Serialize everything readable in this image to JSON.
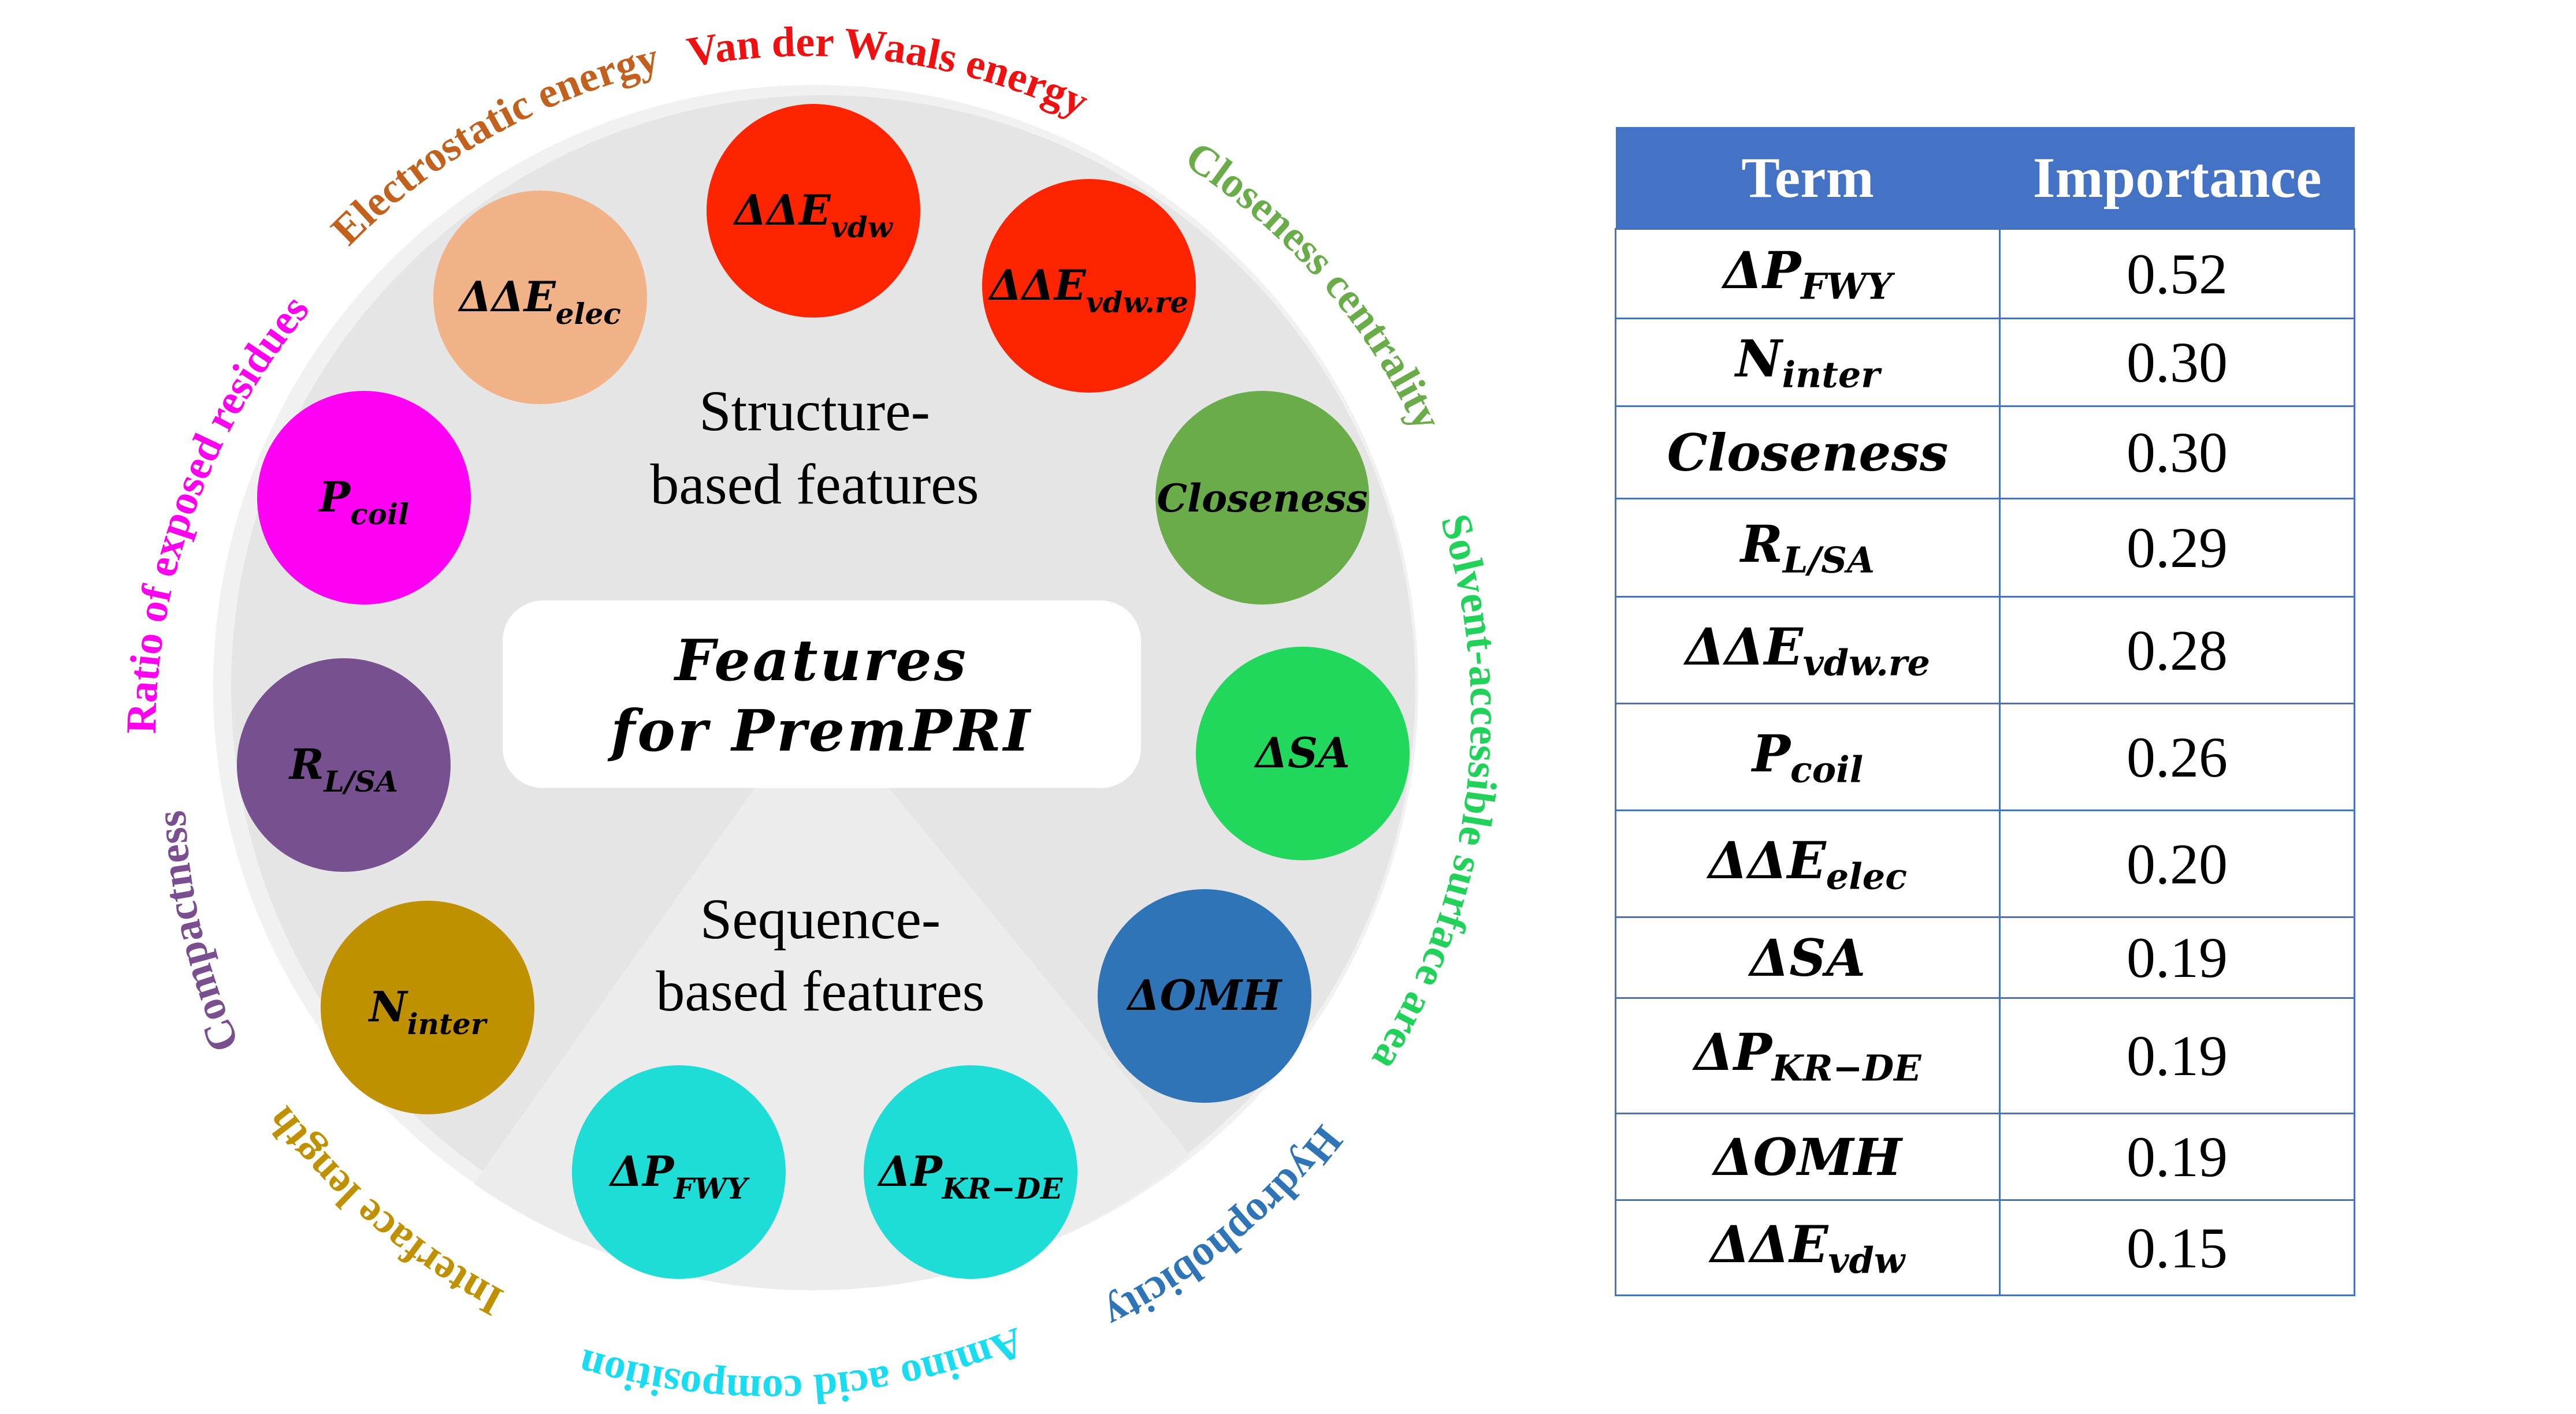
{
  "diagram": {
    "center_title_line1": "Features",
    "center_title_line2": "for PremPRI",
    "structure_section": {
      "line1": "Structure-",
      "line2": "based features"
    },
    "sequence_section": {
      "line1": "Sequence-",
      "line2": "based features"
    },
    "colors": {
      "disk": "#e6e5e6",
      "disk_edge": "#f1f1f1",
      "sequence_wedge": "#ececec",
      "center_box": "#ffffff"
    },
    "features": [
      {
        "base": "ΔΔE",
        "sub": "vdw",
        "fill": "#ff2400",
        "ring_label": "Van der Waals energy",
        "label_color": "#ee1111",
        "group": "structure"
      },
      {
        "base": "ΔΔE",
        "sub": "vdw.re",
        "fill": "#ff2400",
        "ring_label": "Closeness centrality",
        "label_color": "#6aab4a",
        "group": "structure"
      },
      {
        "base": "Closeness",
        "sub": "",
        "fill": "#6aab4a",
        "ring_label": "Solvent-accessible surface area",
        "label_color": "#22d15a",
        "group": "structure"
      },
      {
        "base": "ΔSA",
        "sub": "",
        "fill": "#22d85c",
        "ring_label": "Hydrophobicity",
        "label_color": "#2e74b6",
        "group": "structure"
      },
      {
        "base": "ΔOMH",
        "sub": "",
        "fill": "#2e74b6",
        "ring_label": "Amino acid composition",
        "label_color": "#19dcf0",
        "group": "sequence"
      },
      {
        "base": "ΔP",
        "sub": "KR−DE",
        "fill": "#1edcd6",
        "ring_label": "Interface length",
        "label_color": "#bf9000",
        "group": "sequence"
      },
      {
        "base": "ΔP",
        "sub": "FWY",
        "fill": "#1edcd6",
        "ring_label": "Compactness",
        "label_color": "#7a4f90",
        "group": "sequence"
      },
      {
        "base": "N",
        "sub": "inter",
        "fill": "#bf9000",
        "ring_label": "Ratio of exposed residues",
        "label_color": "#ff00ee",
        "group": "structure"
      },
      {
        "base": "R",
        "sub": "L/SA",
        "fill": "#77508f",
        "ring_label": "Electrostatic energy",
        "label_color": "#c2611d",
        "group": "structure"
      },
      {
        "base": "P",
        "sub": "coil",
        "fill": "#ff00f5",
        "ring_label": "",
        "label_color": "",
        "group": "structure"
      },
      {
        "base": "ΔΔE",
        "sub": "elec",
        "fill": "#f2b288",
        "ring_label": "",
        "label_color": "",
        "group": "structure"
      }
    ],
    "ring_labels": [
      {
        "text": "Van der Waals energy",
        "color": "#ee1111"
      },
      {
        "text": "Closeness centrality",
        "color": "#6aab4a"
      },
      {
        "text": "Solvent-accessible surface area",
        "color": "#22d15a"
      },
      {
        "text": "Hydrophobicity",
        "color": "#2e74b6"
      },
      {
        "text": "Amino acid composition",
        "color": "#19dcf0"
      },
      {
        "text": "Interface length",
        "color": "#bf9000"
      },
      {
        "text": "Compactness",
        "color": "#7a4f90"
      },
      {
        "text": "Ratio of exposed residues",
        "color": "#ff00ee"
      },
      {
        "text": "Electrostatic energy",
        "color": "#c2611d"
      }
    ]
  },
  "table": {
    "header_color": "#4472c4",
    "border_color": "#4a72b8",
    "columns": [
      "Term",
      "Importance"
    ],
    "rows": [
      {
        "base": "ΔP",
        "sub": "FWY",
        "importance": "0.52"
      },
      {
        "base": "N",
        "sub": "inter",
        "importance": "0.30"
      },
      {
        "base": "Closeness",
        "sub": "",
        "importance": "0.30"
      },
      {
        "base": "R",
        "sub": "L/SA",
        "importance": "0.29"
      },
      {
        "base": "ΔΔE",
        "sub": "vdw.re",
        "importance": "0.28"
      },
      {
        "base": "P",
        "sub": "coil",
        "importance": "0.26"
      },
      {
        "base": "ΔΔE",
        "sub": "elec",
        "importance": "0.20"
      },
      {
        "base": "ΔSA",
        "sub": "",
        "importance": "0.19"
      },
      {
        "base": "ΔP",
        "sub": "KR−DE",
        "importance": "0.19"
      },
      {
        "base": "ΔOMH",
        "sub": "",
        "importance": "0.19"
      },
      {
        "base": "ΔΔE",
        "sub": "vdw",
        "importance": "0.15"
      }
    ]
  }
}
